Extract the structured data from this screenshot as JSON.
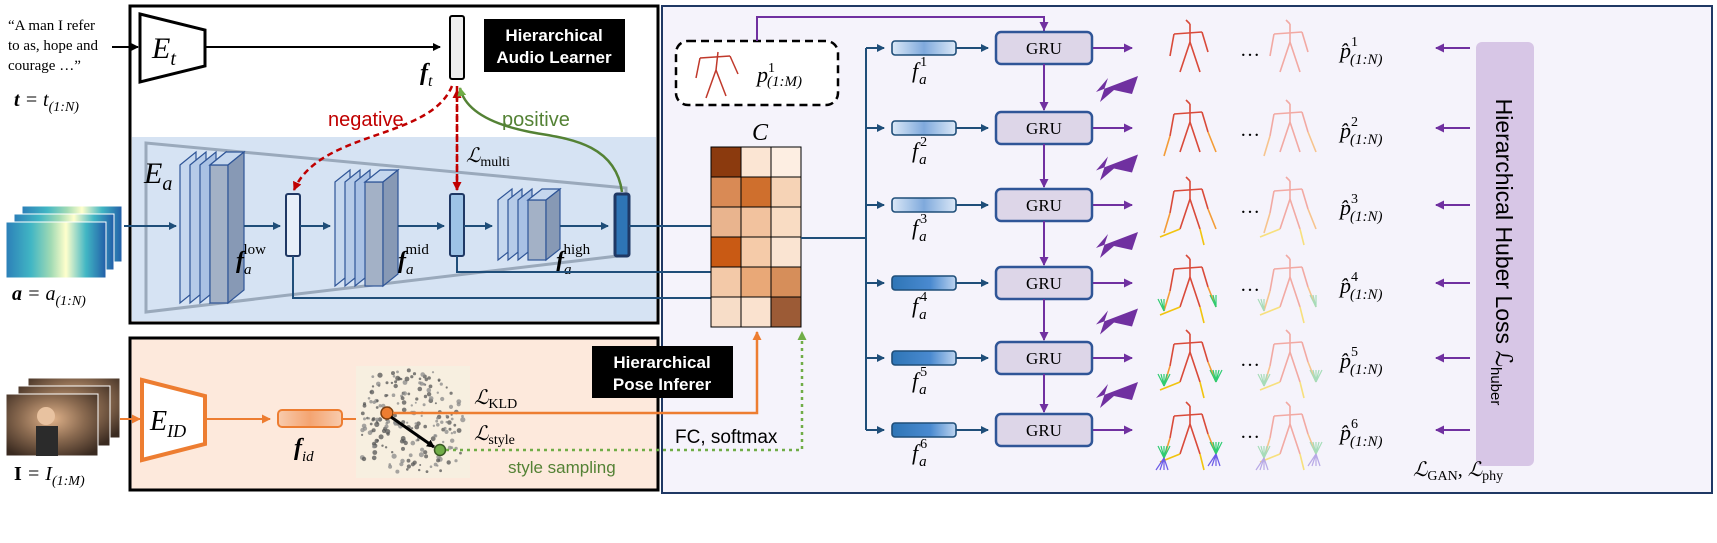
{
  "inputs": {
    "text_quote": [
      "“A man I refer",
      "to as, hope and",
      "courage …”"
    ],
    "text_eq": {
      "var": "t",
      "eq": "= t",
      "sub": "(1:N)"
    },
    "audio_eq": {
      "var": "a",
      "eq": "= a",
      "sub": "(1:N)"
    },
    "image_eq": {
      "var": "I",
      "eq": "= I",
      "sub": "(1:M)"
    }
  },
  "encoders": {
    "text": {
      "main": "E",
      "sub": "t"
    },
    "audio": {
      "main": "E",
      "sub": "a"
    },
    "identity": {
      "main": "E",
      "sub": "ID"
    }
  },
  "features": {
    "ft": {
      "main": "f",
      "sub": "t"
    },
    "fa_low": {
      "main": "f",
      "sub": "a",
      "sup": "low"
    },
    "fa_mid": {
      "main": "f",
      "sub": "a",
      "sup": "mid"
    },
    "fa_high": {
      "main": "f",
      "sub": "a",
      "sup": "high"
    },
    "fid": {
      "main": "f",
      "sub": "id"
    }
  },
  "labels": {
    "audio_learner": [
      "Hierarchical",
      "Audio Learner"
    ],
    "pose_inferer": [
      "Hierarchical",
      "Pose Inferer"
    ],
    "negative": "negative",
    "positive": "positive",
    "l_multi": {
      "main": "ℒ",
      "sub": "multi"
    },
    "l_kld": {
      "main": "ℒ",
      "sub": "KLD"
    },
    "l_style": {
      "main": "ℒ",
      "sub": "style"
    },
    "style_sampling": "style sampling",
    "fc_softmax": "FC, softmax",
    "c_matrix": "C",
    "seed_pose": {
      "main": "p",
      "sup": "1",
      "sub": "(1:M)"
    },
    "huber_loss": "Hierarchical Huber Loss ℒ",
    "huber_sub": "huber",
    "gan_phy": {
      "l1": "ℒ",
      "s1": "GAN",
      "sep": ", ",
      "l2": "ℒ",
      "s2": "phy"
    },
    "ellipsis": "…"
  },
  "stages": [
    {
      "fa": "f",
      "fa_sub": "a",
      "fa_sup": "1",
      "gru": "GRU",
      "p": "p̂",
      "p_sup": "1",
      "p_sub": "(1:N)"
    },
    {
      "fa": "f",
      "fa_sub": "a",
      "fa_sup": "2",
      "gru": "GRU",
      "p": "p̂",
      "p_sup": "2",
      "p_sub": "(1:N)"
    },
    {
      "fa": "f",
      "fa_sub": "a",
      "fa_sup": "3",
      "gru": "GRU",
      "p": "p̂",
      "p_sup": "3",
      "p_sub": "(1:N)"
    },
    {
      "fa": "f",
      "fa_sub": "a",
      "fa_sup": "4",
      "gru": "GRU",
      "p": "p̂",
      "p_sup": "4",
      "p_sub": "(1:N)"
    },
    {
      "fa": "f",
      "fa_sub": "a",
      "fa_sup": "5",
      "gru": "GRU",
      "p": "p̂",
      "p_sup": "5",
      "p_sub": "(1:N)"
    },
    {
      "fa": "f",
      "fa_sub": "a",
      "fa_sup": "6",
      "gru": "GRU",
      "p": "p̂",
      "p_sup": "6",
      "p_sub": "(1:N)"
    }
  ],
  "colors": {
    "audio_bg": "#d6e3f3",
    "pose_bg": "#fde9dc",
    "right_bg": "#f5f3fb",
    "huber_bg": "#d7c6e6",
    "gru_fill": "#ddd6e8",
    "gru_stroke": "#2f5597",
    "purple": "#7030a0",
    "blue": "#1f4e79",
    "orange": "#ed7d31",
    "green": "#548235",
    "red": "#c00000"
  }
}
